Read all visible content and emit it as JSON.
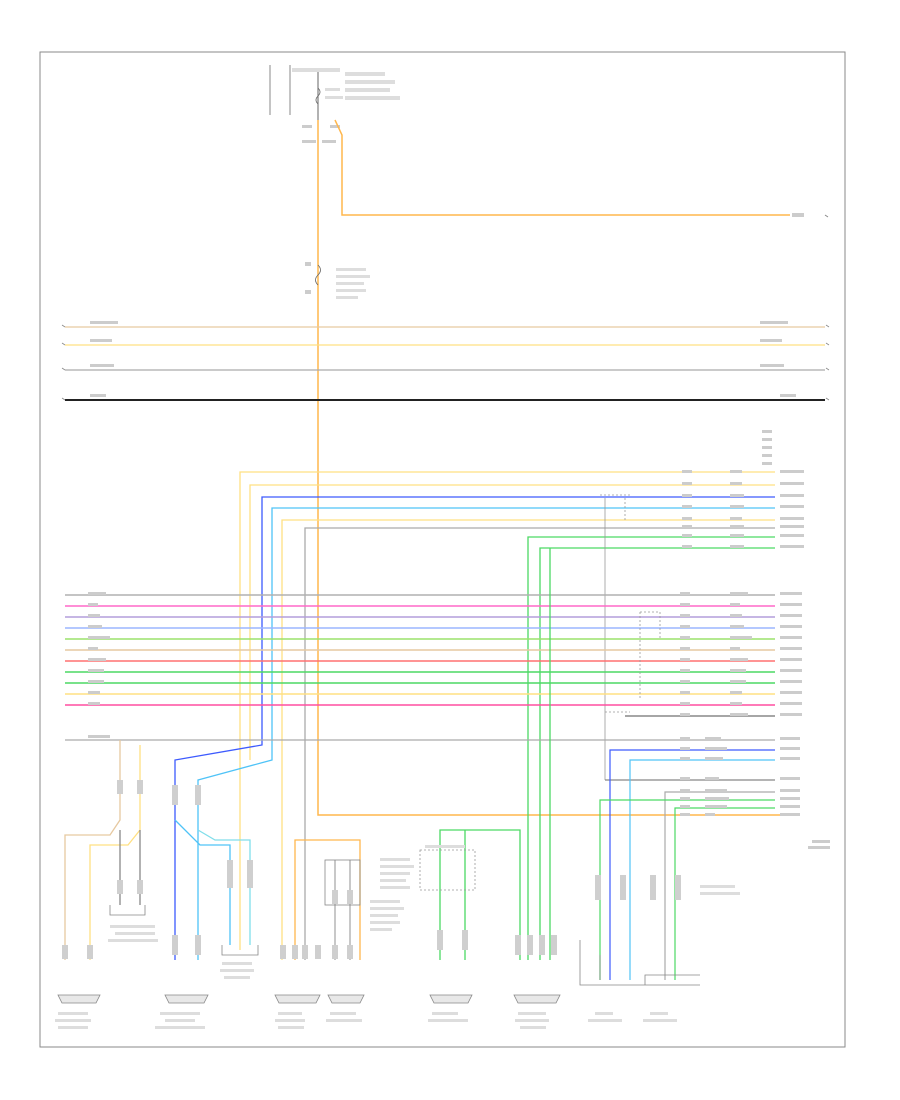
{
  "footer": "",
  "colors": {
    "frame": "#8a8a8a",
    "orange": "#ffb74d",
    "yellow": "#ffe082",
    "tan": "#e6c9a0",
    "blue": "#3d5afe",
    "lightblue": "#4fc3f7",
    "cyan": "#80deea",
    "green": "#4cd964",
    "gray": "#888888",
    "dark": "#222222",
    "pink": "#ff69c8",
    "magenta": "#ff4fa0",
    "violet": "#b39ddb",
    "red": "#ff7070",
    "lime": "#9be26b",
    "salmon": "#ffab91"
  },
  "connectors": [
    {
      "key": "left-front-speaker"
    },
    {
      "key": "left-door-tweeter"
    },
    {
      "key": "right-front-speaker"
    },
    {
      "key": "right-door-tweeter"
    },
    {
      "key": "left-rear-speaker"
    },
    {
      "key": "left-rear-tweeter"
    },
    {
      "key": "center-speaker"
    },
    {
      "key": "right-rear-speaker"
    },
    {
      "key": "left-subwoofer"
    },
    {
      "key": "right-subwoofer"
    }
  ]
}
